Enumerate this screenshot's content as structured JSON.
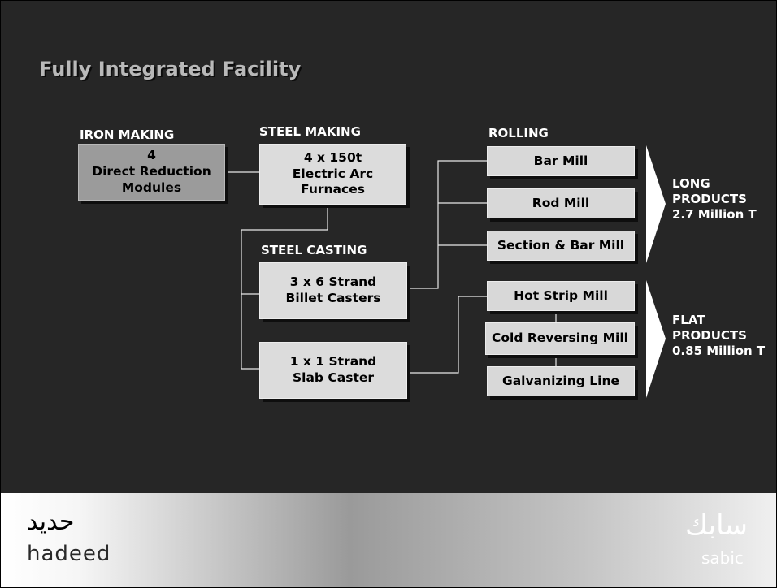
{
  "title": "Fully Integrated Facility",
  "sections": {
    "iron_making": "IRON MAKING",
    "steel_making": "STEEL MAKING",
    "rolling": "ROLLING",
    "steel_casting": "STEEL CASTING"
  },
  "boxes": {
    "direct_reduction": "4\nDirect Reduction\nModules",
    "electric_arc": "4 x 150t\nElectric Arc\nFurnaces",
    "billet_casters": "3 x 6 Strand\nBillet Casters",
    "slab_caster": "1 x 1 Strand\nSlab Caster",
    "bar_mill": "Bar Mill",
    "rod_mill": "Rod Mill",
    "section_bar_mill": "Section & Bar Mill",
    "hot_strip_mill": "Hot Strip Mill",
    "cold_reversing_mill": "Cold Reversing Mill",
    "galvanizing_line": "Galvanizing Line"
  },
  "products": {
    "long": "LONG\nPRODUCTS\n2.7 Million T",
    "flat": "FLAT\nPRODUCTS\n0.85 Million T"
  },
  "logos": {
    "hadeed_arabic": "حديد",
    "hadeed_latin": "hadeed",
    "sabic_arabic": "سابك",
    "sabic_latin": "sabic"
  },
  "colors": {
    "background": "#262626",
    "box_light": "#d8d8d8",
    "box_dark": "#9b9b9b",
    "arrow": "#ffffff"
  }
}
